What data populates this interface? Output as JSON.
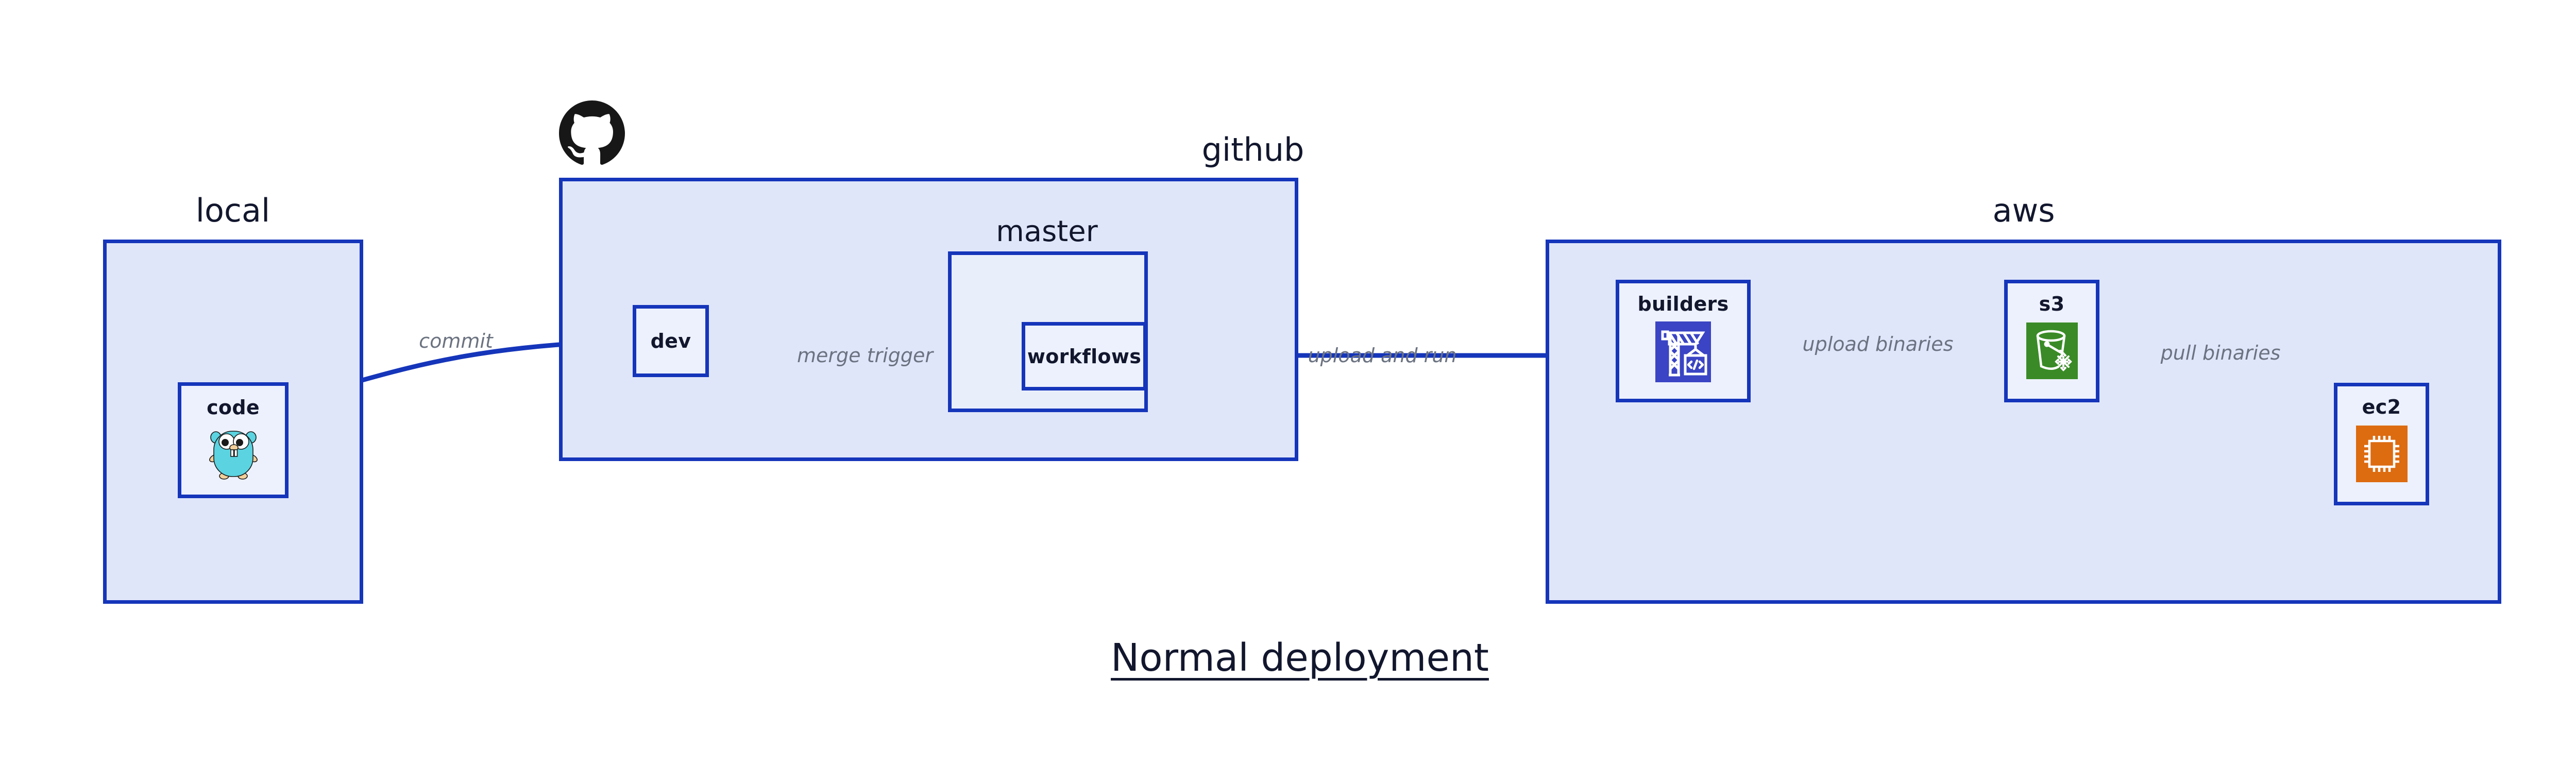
{
  "diagram": {
    "title": "Normal deployment",
    "accent_border": "#1535ba",
    "group_fill": "#e0e6fa",
    "node_fill": "#edf1fd",
    "edge_label_color": "#6b7280",
    "text_color": "#12172e"
  },
  "groups": [
    {
      "id": "local",
      "label": "local"
    },
    {
      "id": "github",
      "label": "github"
    },
    {
      "id": "master",
      "label": "master"
    },
    {
      "id": "aws",
      "label": "aws"
    }
  ],
  "nodes": [
    {
      "id": "code",
      "label": "code",
      "icon": "go-gopher-icon",
      "icon_color": "#5bd3e0"
    },
    {
      "id": "dev",
      "label": "dev",
      "icon": "none",
      "icon_color": ""
    },
    {
      "id": "workflows",
      "label": "workflows",
      "icon": "none",
      "icon_color": ""
    },
    {
      "id": "builders",
      "label": "builders",
      "icon": "crane-code-icon",
      "icon_color": "#3a44c4"
    },
    {
      "id": "s3",
      "label": "s3",
      "icon": "bucket-snowflake-icon",
      "icon_color": "#3a8b27"
    },
    {
      "id": "ec2",
      "label": "ec2",
      "icon": "cpu-chip-icon",
      "icon_color": "#dd6b10"
    }
  ],
  "edges": [
    {
      "id": "commit",
      "from": "code",
      "to": "dev",
      "label": "commit"
    },
    {
      "id": "merge-trigger",
      "from": "dev",
      "to": "workflows",
      "label": "merge trigger"
    },
    {
      "id": "upload-and-run",
      "from": "workflows",
      "to": "builders",
      "label": "upload and run"
    },
    {
      "id": "upload-binaries",
      "from": "builders",
      "to": "s3",
      "label": "upload binaries"
    },
    {
      "id": "pull-binaries",
      "from": "s3",
      "to": "ec2",
      "label": "pull binaries"
    }
  ],
  "brand": {
    "github_logo": "github-mark-icon",
    "github_logo_color": "#181717"
  }
}
